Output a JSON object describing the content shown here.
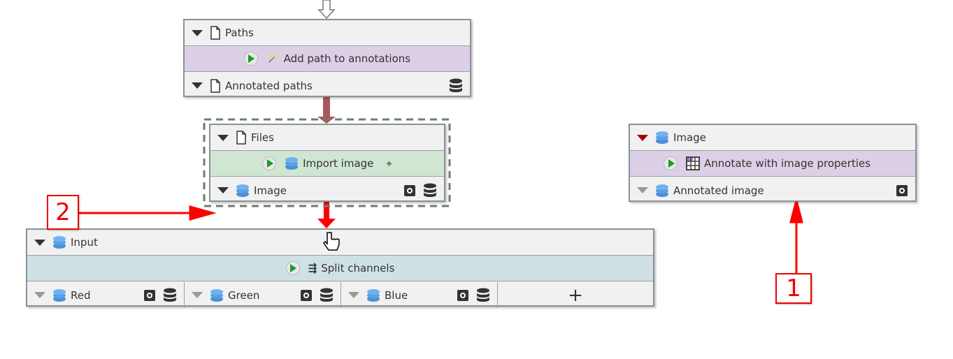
{
  "nodes": {
    "paths": {
      "input": "Paths",
      "action": "Add path to annotations",
      "output": "Annotated paths"
    },
    "import": {
      "input": "Files",
      "action": "Import image",
      "output": "Image"
    },
    "split": {
      "input": "Input",
      "action": "Split channels",
      "outputs": [
        "Red",
        "Green",
        "Blue"
      ],
      "add": "+"
    },
    "annotate": {
      "input": "Image",
      "action": "Annotate with image properties",
      "output": "Annotated image"
    }
  },
  "annotations": {
    "one": "1",
    "two": "2"
  },
  "colors": {
    "purple": "#dcd0e6",
    "green": "#d0e6d3",
    "teal": "#cfe1e5",
    "red": "#ff0000",
    "link": "#a85a5a"
  }
}
